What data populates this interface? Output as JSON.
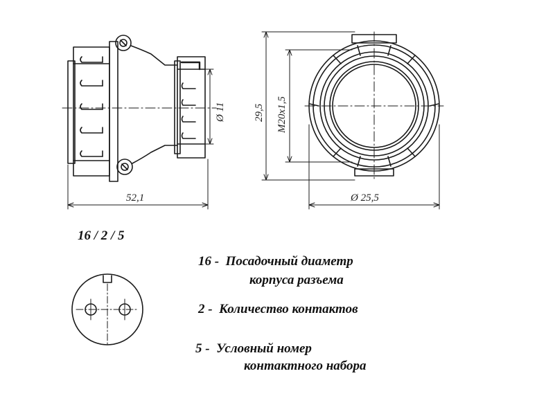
{
  "drawing": {
    "dimensions": {
      "length": "52,1",
      "diameter_small": "Ø 11",
      "height": "29,5",
      "thread": "M20x1,5",
      "diameter_large": "Ø 25,5"
    },
    "code": "16 / 2 / 5",
    "legend": [
      {
        "lead": "16 -",
        "line1": "Посадочный диаметр",
        "line2": "корпуса разъема"
      },
      {
        "lead": "2 -",
        "line1": "Количество контактов"
      },
      {
        "lead": "5 -",
        "line1": "Условный номер",
        "line2": "контактного набора"
      }
    ]
  }
}
